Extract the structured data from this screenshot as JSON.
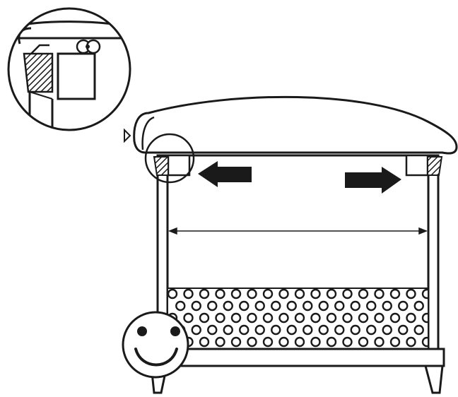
{
  "diagram": {
    "stroke_color": "#1a1a1a",
    "fill_color": "#ffffff",
    "hatch_color": "#1a1a1a",
    "parts": {
      "lid": "lid",
      "cabinet": "cabinet",
      "base": "base",
      "feet": "feet",
      "gasket_left": "gasket-left",
      "gasket_right": "gasket-right",
      "detail_magnifier": "detail-magnifier",
      "arrow_left": "arrow-left",
      "arrow_right": "arrow-right",
      "width_dimension": "width-dimension",
      "granule_layer": "granule-layer",
      "smiley": "smiley-face"
    },
    "icons": [
      "arrow-left-icon",
      "arrow-right-icon",
      "smiley-face-icon",
      "magnifier-detail-icon"
    ],
    "granules": {
      "rows": 5,
      "cols": 16
    }
  }
}
